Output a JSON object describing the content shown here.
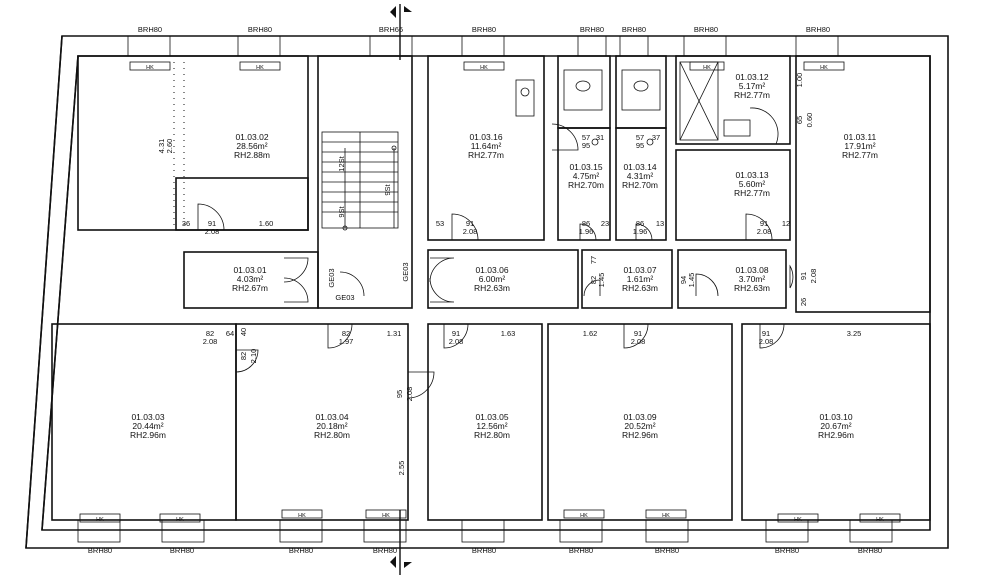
{
  "rooms": [
    {
      "id": "r0302",
      "lines": [
        "01.03.02",
        "28.56m²",
        "RH2.88m"
      ]
    },
    {
      "id": "r0301",
      "lines": [
        "01.03.01",
        "4.03m²",
        "RH2.67m"
      ]
    },
    {
      "id": "r0316",
      "lines": [
        "01.03.16",
        "11.64m²",
        "RH2.77m"
      ]
    },
    {
      "id": "r0315",
      "lines": [
        "01.03.15",
        "4.75m²",
        "RH2.70m"
      ]
    },
    {
      "id": "r0314",
      "lines": [
        "01.03.14",
        "4.31m²",
        "RH2.70m"
      ]
    },
    {
      "id": "r0312",
      "lines": [
        "01.03.12",
        "5.17m²",
        "RH2.77m"
      ]
    },
    {
      "id": "r0313",
      "lines": [
        "01.03.13",
        "5.60m²",
        "RH2.77m"
      ]
    },
    {
      "id": "r0311",
      "lines": [
        "01.03.11",
        "17.91m²",
        "RH2.77m"
      ]
    },
    {
      "id": "r0306",
      "lines": [
        "01.03.06",
        "6.00m²",
        "RH2.63m"
      ]
    },
    {
      "id": "r0307",
      "lines": [
        "01.03.07",
        "1.61m²",
        "RH2.63m"
      ]
    },
    {
      "id": "r0308",
      "lines": [
        "01.03.08",
        "3.70m²",
        "RH2.63m"
      ]
    },
    {
      "id": "r0303",
      "lines": [
        "01.03.03",
        "20.44m²",
        "RH2.96m"
      ]
    },
    {
      "id": "r0304",
      "lines": [
        "01.03.04",
        "20.18m²",
        "RH2.80m"
      ]
    },
    {
      "id": "r0305",
      "lines": [
        "01.03.05",
        "12.56m²",
        "RH2.80m"
      ]
    },
    {
      "id": "r0309",
      "lines": [
        "01.03.09",
        "20.52m²",
        "RH2.96m"
      ]
    },
    {
      "id": "r0310",
      "lines": [
        "01.03.10",
        "20.67m²",
        "RH2.96m"
      ]
    }
  ],
  "windows_top": [
    "BRH80",
    "BRH80",
    "BRH66",
    "BRH80",
    "BRH80",
    "BRH80",
    "BRH80",
    "BRH80"
  ],
  "windows_bottom": [
    "BRH80",
    "BRH80",
    "BRH80",
    "BRH80",
    "BRH80",
    "BRH80",
    "BRH80",
    "BRH80"
  ],
  "radiator_label": "HK",
  "stair": {
    "steps_a": "12St",
    "steps_b": "9St",
    "steps_c": "9St"
  },
  "ge_labels": [
    "GE03",
    "GE03",
    "GE03"
  ],
  "dims": {
    "d431": "4.31",
    "d260": "2.60",
    "d36": "36",
    "d91a": "91",
    "d208a": "2.08",
    "d160": "1.60",
    "d53": "53",
    "d91b": "91",
    "d208b": "2.08",
    "d57a": "57",
    "d31": "31",
    "d95a": "95",
    "d86a": "86",
    "d23": "23",
    "d196a": "1.96",
    "d57b": "57",
    "d37": "37",
    "d95b": "95",
    "d86b": "86",
    "d13": "13",
    "d196b": "1.96",
    "d100": "1.00",
    "d65": "65",
    "d060": "0.60",
    "d91c": "91",
    "d208c": "2.08",
    "d12": "12",
    "d82a": "82",
    "d208d": "2.08",
    "d64": "64",
    "d40": "40",
    "d82b": "82",
    "d210": "2.10",
    "d82c": "82",
    "d197": "1.97",
    "d131": "1.31",
    "d91d": "91",
    "d208e": "2.08",
    "d163": "1.63",
    "d162": "1.62",
    "d91e": "91",
    "d208f": "2.08",
    "d91f": "91",
    "d208g": "2.08",
    "d325": "3.25",
    "d95c": "95",
    "d208h": "2.08",
    "d255": "2.55",
    "d77": "77",
    "d82d": "82",
    "d145a": "1.45",
    "d94": "94",
    "d145b": "1.45",
    "d91g": "91",
    "d208i": "2.08",
    "d26": "26"
  }
}
